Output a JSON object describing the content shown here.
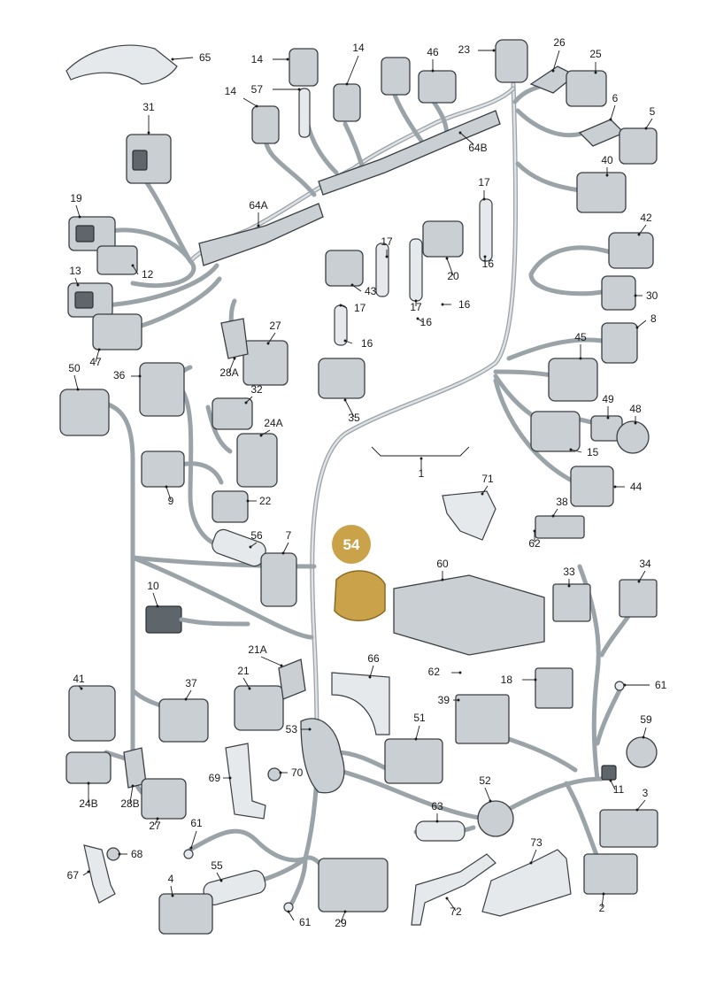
{
  "highlight": {
    "callout": "54",
    "color": "#c9a24a"
  },
  "callouts": [
    "1",
    "2",
    "3",
    "4",
    "5",
    "6",
    "7",
    "8",
    "9",
    "10",
    "11",
    "12",
    "13",
    "14",
    "15",
    "16",
    "17",
    "18",
    "19",
    "20",
    "21",
    "21A",
    "22",
    "23",
    "24A",
    "24B",
    "25",
    "26",
    "27",
    "28A",
    "28B",
    "29",
    "30",
    "31",
    "32",
    "33",
    "34",
    "35",
    "36",
    "37",
    "38",
    "39",
    "40",
    "41",
    "42",
    "43",
    "44",
    "45",
    "46",
    "47",
    "48",
    "49",
    "50",
    "51",
    "52",
    "53",
    "54",
    "55",
    "56",
    "57",
    "59",
    "60",
    "61",
    "62",
    "63",
    "64A",
    "64B",
    "65",
    "66",
    "67",
    "68",
    "69",
    "70",
    "71",
    "72",
    "73"
  ]
}
